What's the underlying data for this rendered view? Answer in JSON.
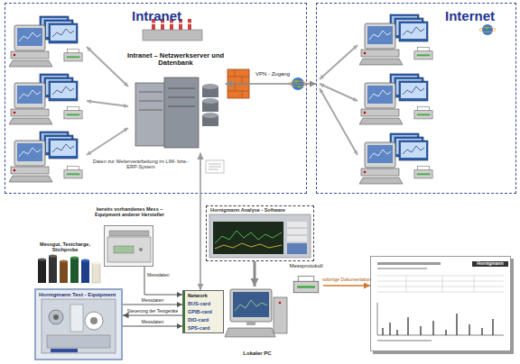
{
  "diagram": {
    "nodes": [
      {
        "text": [
          "Intranet"
        ]
      },
      {
        "text": [
          "Intranet – Netzwerkserver und Datenbank"
        ],
        "in": 0
      },
      {
        "text": [
          "Internet"
        ]
      },
      {
        "text": [
          "bereits vorhandenes Mess – Equipment anderer Hersteller"
        ]
      },
      {
        "text": [
          "Hornigmann Analyse - Software"
        ]
      },
      {
        "text": [
          "Hornigmann"
        ]
      },
      {
        "text": [
          "Messprotokoll"
        ]
      },
      {
        "text": [
          "Hornigmann Test - Equipment"
        ]
      },
      {
        "text": [
          "Network",
          "BUS-card",
          "GPIB-card",
          "DIO-card",
          "SPS-card"
        ]
      },
      {
        "text": [
          "Lokaler PC"
        ]
      }
    ],
    "edges": [
      {
        "from": 1,
        "to": 2,
        "label": "VPN - Zugang",
        "arrow": "both"
      },
      {
        "from": 1,
        "to": 8,
        "arrow": "both"
      },
      {
        "from": 4,
        "to": 9,
        "arrow": "to"
      },
      {
        "from": 7,
        "to": 8,
        "label": "Messdaten",
        "arrow": "to"
      },
      {
        "from": 8,
        "to": 7,
        "label": "Steuerung der Testgeräte",
        "arrow": "to"
      },
      {
        "from": 7,
        "to": 8,
        "label": "Messdaten",
        "arrow": "to"
      },
      {
        "from": 3,
        "to": 8,
        "label": "Messdaten",
        "arrow": "to"
      },
      {
        "from": 6,
        "to": 5,
        "label": "sofortige Dokumentation",
        "arrow": "to"
      }
    ],
    "labels": [
      "Daten zur Weiterverarbeitung im LIM- bzw.- ERP-System",
      "Messgut, Testcharge, Stichprobe"
    ]
  }
}
